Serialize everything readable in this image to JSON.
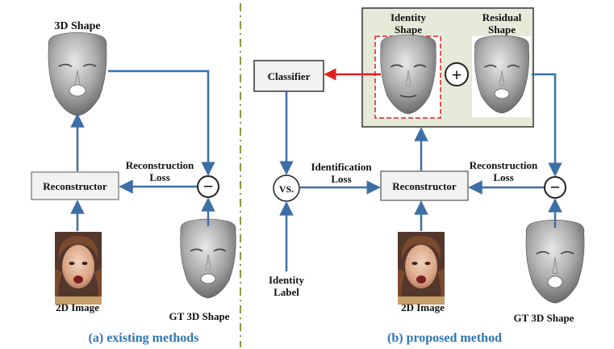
{
  "panel_a": {
    "title_shape": "3D Shape",
    "reconstructor": "Reconstructor",
    "loss_line1": "Reconstruction",
    "loss_line2": "Loss",
    "minus": "−",
    "image_label": "2D Image",
    "gt_label": "GT 3D Shape",
    "caption": "(a) existing methods"
  },
  "panel_b": {
    "classifier": "Classifier",
    "identity_shape_line1": "Identity",
    "identity_shape_line2": "Shape",
    "residual_shape_line1": "Residual",
    "residual_shape_line2": "Shape",
    "plus": "+",
    "vs": "VS.",
    "identification_line1": "Identification",
    "identification_line2": "Loss",
    "reconstructor": "Reconstructor",
    "loss_line1": "Reconstruction",
    "loss_line2": "Loss",
    "minus": "−",
    "identity_label_line1": "Identity",
    "identity_label_line2": "Label",
    "image_label": "2D Image",
    "gt_label": "GT 3D Shape",
    "caption": "(b) proposed method"
  },
  "colors": {
    "arrow": "#3d6fa7",
    "caption": "#2e75b6",
    "highlight_arrow": "#e02020",
    "box_fill": "#f2f2f2",
    "group_fill": "#e6ead9",
    "divider": "#8a9a40"
  }
}
